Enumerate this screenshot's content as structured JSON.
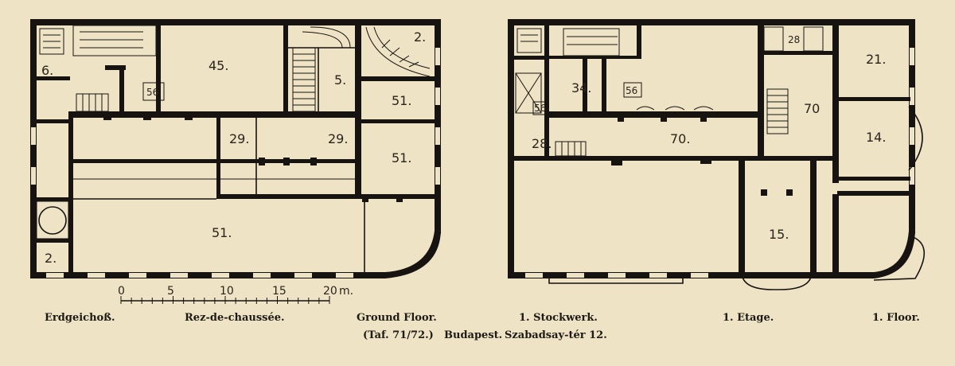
{
  "captions": {
    "ground_de": "Erdgeichoß.",
    "ground_fr": "Rez-de-chaussée.",
    "ground_en": "Ground Floor.",
    "first_de": "1. Stockwerk.",
    "first_fr": "1. Etage.",
    "first_en": "1. Floor."
  },
  "footer": {
    "plate": "(Taf. 71/72.)",
    "city": "Budapest.",
    "address": "Szabadsay-tér 12."
  },
  "scale": {
    "ticks": [
      "0",
      "5",
      "10",
      "15",
      "20"
    ],
    "unit": "m."
  },
  "ground_floor_rooms": {
    "r6": "6.",
    "r45": "45.",
    "r56": "56",
    "r5": "5.",
    "r2_top": "2.",
    "r51_a": "51.",
    "r51_b": "51.",
    "r29_a": "29.",
    "r29_b": "29.",
    "r51_main": "51.",
    "r2_bottom": "2."
  },
  "first_floor_rooms": {
    "r34": "34.",
    "r56_a": "56",
    "r56_b": "56",
    "r28_top": "28",
    "r21": "21.",
    "r70_a": "70",
    "r70_b": "70.",
    "r14": "14.",
    "r28": "28.",
    "r15": "15."
  }
}
